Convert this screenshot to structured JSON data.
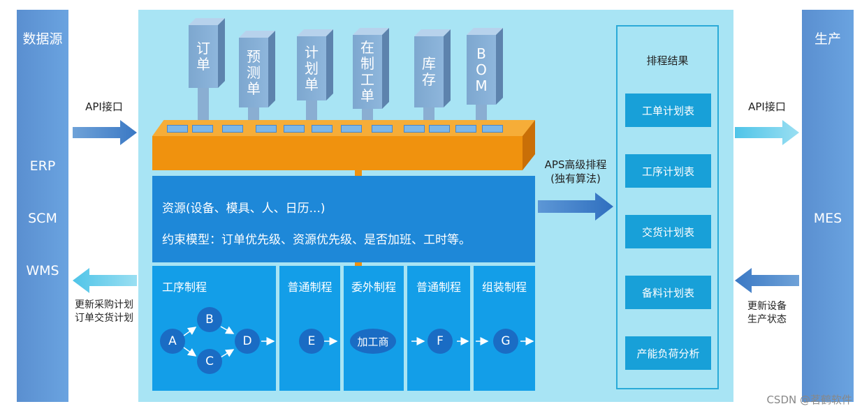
{
  "left_column": {
    "title": "数据源",
    "items": [
      "ERP",
      "SCM",
      "WMS"
    ]
  },
  "right_column": {
    "title": "生产",
    "item": "MES"
  },
  "flows": {
    "left_in": "API接口",
    "left_out_line1": "更新采购计划",
    "left_out_line2": "订单交货计划",
    "to_results_line1": "APS高级排程",
    "to_results_line2": "(独有算法)",
    "right_out": "API接口",
    "right_in_line1": "更新设备",
    "right_in_line2": "生产状态"
  },
  "inputs": [
    {
      "chars": [
        "订",
        "单"
      ]
    },
    {
      "chars": [
        "预",
        "测",
        "单"
      ]
    },
    {
      "chars": [
        "计",
        "划",
        "单"
      ]
    },
    {
      "chars": [
        "在",
        "制",
        "工",
        "单"
      ]
    },
    {
      "chars": [
        "库",
        "存"
      ]
    },
    {
      "chars": [
        "B",
        "O",
        "M"
      ]
    }
  ],
  "resources": {
    "line1": "资源(设备、模具、人、日历...)",
    "line2": "约束模型：订单优先级、资源优先级、是否加班、工时等。"
  },
  "process": {
    "sections": [
      "工序制程",
      "普通制程",
      "委外制程",
      "普通制程",
      "组装制程"
    ],
    "nodes": {
      "a": "A",
      "b": "B",
      "c": "C",
      "d": "D",
      "e": "E",
      "supplier": "加工商",
      "f": "F",
      "g": "G"
    }
  },
  "results": {
    "title": "排程结果",
    "items": [
      "工单计划表",
      "工序计划表",
      "交货计划表",
      "备料计划表",
      "产能负荷分析"
    ]
  },
  "watermark": "CSDN @茗鹤软件",
  "colors": {
    "side_column": "#5a8fd0",
    "main_panel": "#a8e4f4",
    "board": "#f0920e",
    "resource_panel": "#1e88d8",
    "process_panel": "#139ee8",
    "node": "#1a6cc4",
    "result_button": "#18a0d8"
  }
}
